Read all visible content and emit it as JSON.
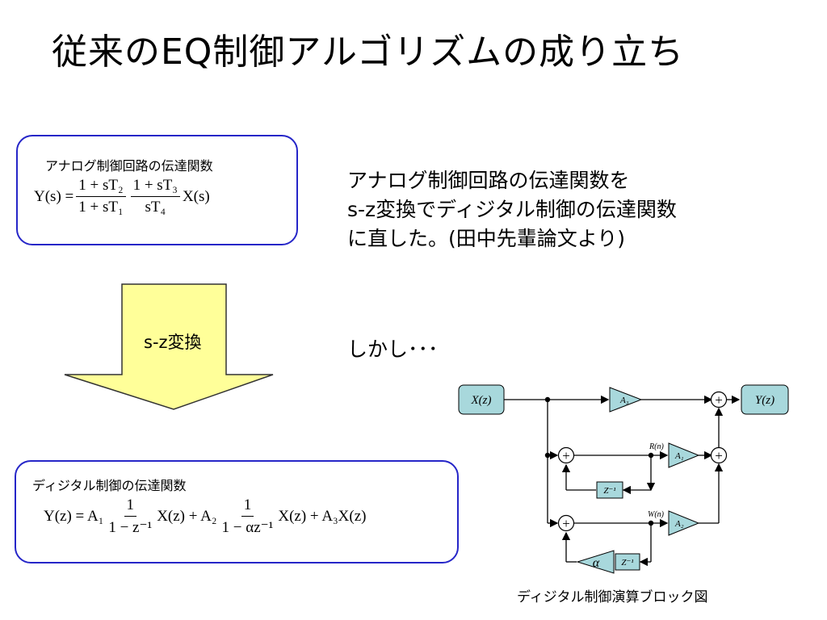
{
  "title": "従来のEQ制御アルゴリズムの成り立ち",
  "analog_box": {
    "label": "アナログ制御回路の伝達関数",
    "lhs": "Y(s) =",
    "frac1_num": "1 + sT₂",
    "frac1_den": "1 + sT₁",
    "frac2_num": "1 + sT₃",
    "frac2_den": "sT₄",
    "rhs": "X(s)"
  },
  "arrow": {
    "label": "s-z変換",
    "fill": "#ffff99"
  },
  "digital_box": {
    "label": "ディジタル制御の伝達関数",
    "lhs": "Y(z) = A₁",
    "frac1_num": "1",
    "frac1_den": "1 − z⁻¹",
    "term2": "X(z) + A₂",
    "frac2_num": "1",
    "frac2_den": "1 − αz⁻¹",
    "term3": "X(z) + A₃X(z)"
  },
  "description": {
    "line1": "アナログ制御回路の伝達関数を",
    "line2": "s-z変換でディジタル制御の伝達関数",
    "line3": "に直した。(田中先輩論文より)"
  },
  "however": "しかし･･･",
  "block_diagram": {
    "input": "X(z)",
    "output": "Y(z)",
    "gain_a3": "A₃",
    "gain_a1": "A₁",
    "gain_a2": "A₂",
    "gain_alpha": "α",
    "delay1": "Z⁻¹",
    "delay2": "Z⁻¹",
    "signal_r": "R(n)",
    "signal_w": "W(n)",
    "sum_symbol": "+",
    "block_fill": "#a8d8dc"
  },
  "caption": "ディジタル制御演算ブロック図",
  "colors": {
    "box_border": "#2626c8"
  }
}
